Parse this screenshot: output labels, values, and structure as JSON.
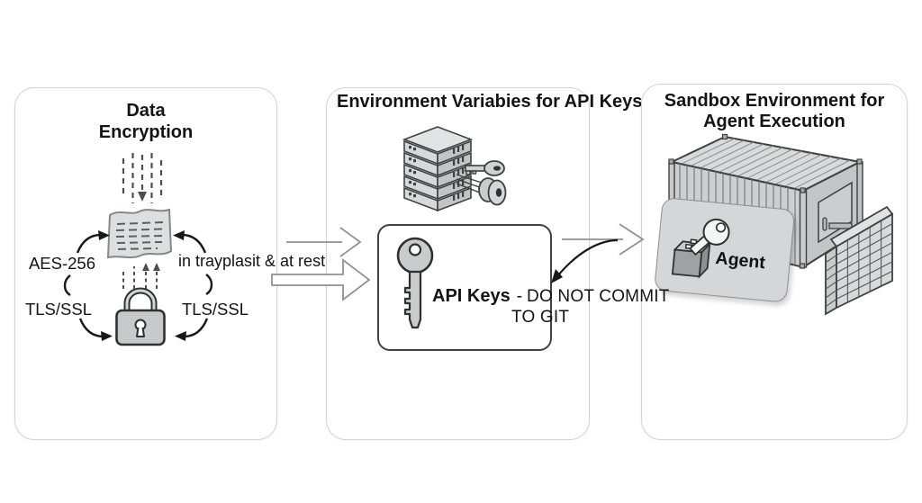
{
  "panels": {
    "encryption": {
      "title": "Data\nEncryption",
      "aes_label": "AES-256",
      "transit_label": "in trayplasit & at rest",
      "tls_left_label": "TLS/SSL",
      "tls_right_label": "TLS/SSL"
    },
    "env_vars": {
      "title": "Environment Variabies for API Keys",
      "api_keys_label": "API Keys",
      "warning_dash": "-",
      "warning_line1": "DO NOT COMMIT",
      "warning_line2": "TO GIT"
    },
    "sandbox": {
      "title": "Sandbox Environment for\nAgent Execution",
      "agent_label": "Agent"
    }
  },
  "icons": {
    "encryption_panel": [
      "dashed-input-arrows-icon",
      "document-icon",
      "dashed-up-arrows-icon",
      "padlock-icon",
      "curved-cycle-arrow-icons",
      "flow-arc-icons"
    ],
    "env_vars_panel": [
      "server-stack-icon",
      "key-cylinder-icon",
      "api-key-icon"
    ],
    "sandbox_panel": [
      "shipping-container-icon",
      "key-into-box-icon",
      "brick-wall-icon"
    ],
    "connectors": [
      "open-arrow-icon",
      "block-arrow-icon",
      "open-arrow-icon",
      "curved-git-arrow-icon"
    ]
  },
  "colors": {
    "background": "#ffffff",
    "panel_border": "#d3d3d3",
    "outline_dark": "#3e4042",
    "fill_light": "#d8dadc",
    "fill_mid": "#c5c7c9",
    "arrow_outline": "#8f9193",
    "ink": "#141414"
  }
}
